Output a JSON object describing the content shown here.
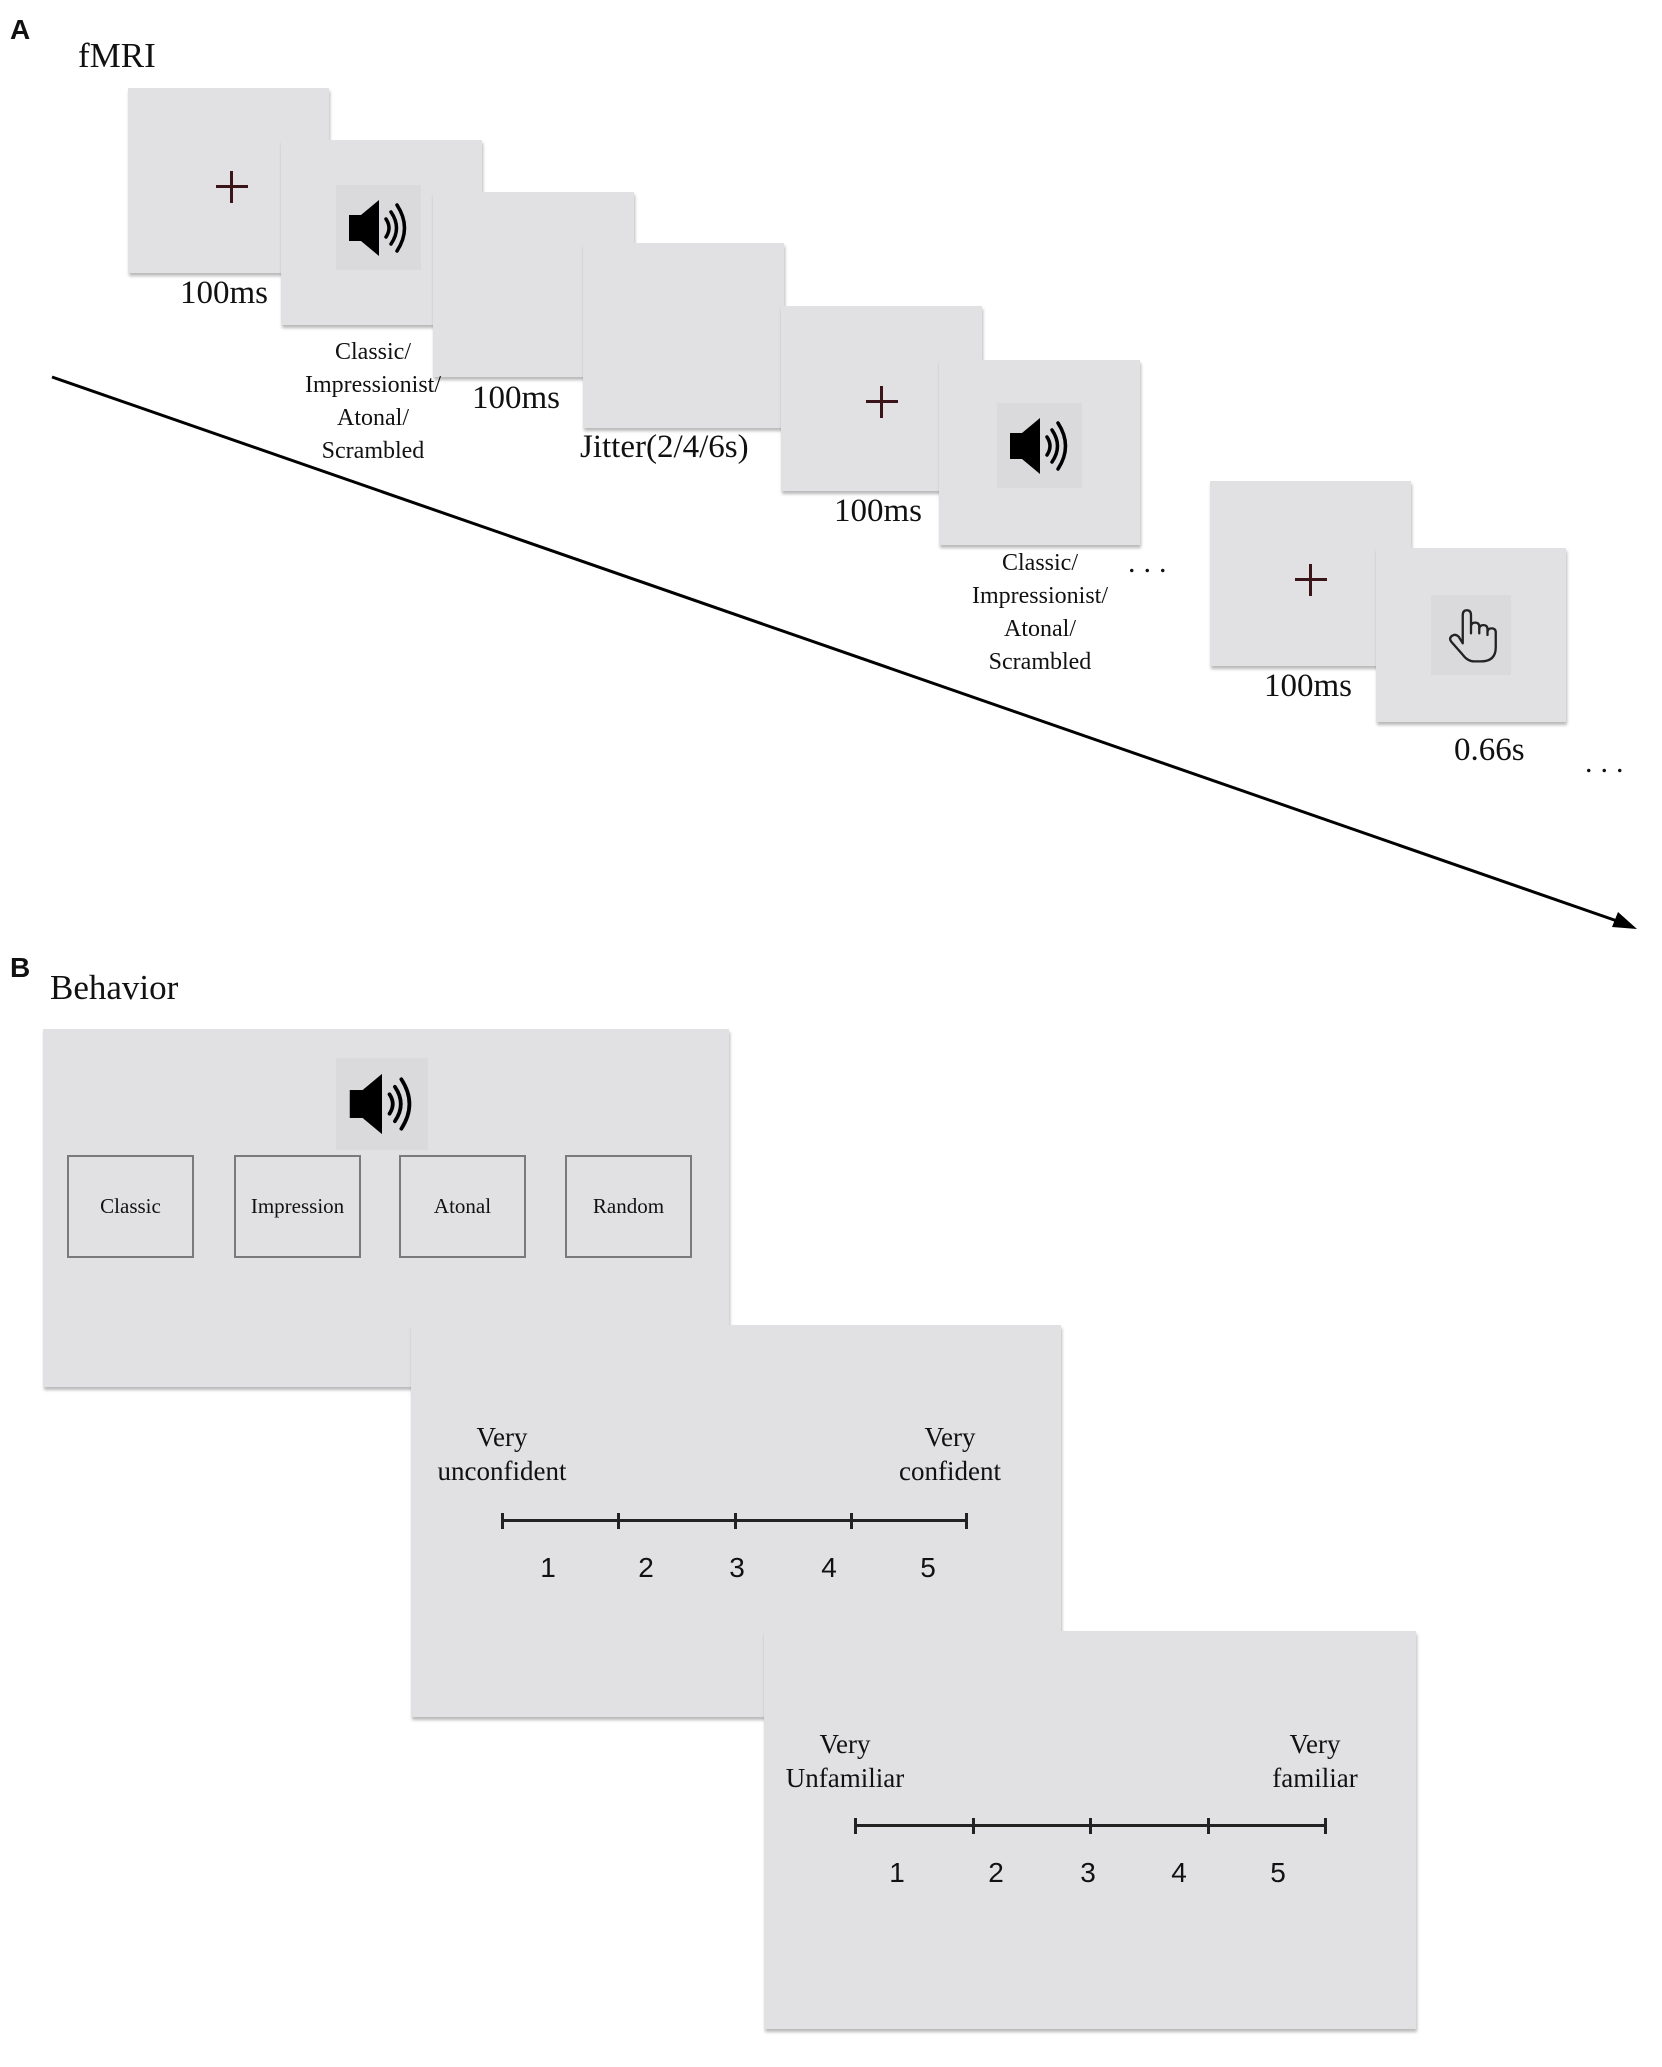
{
  "panel_a": {
    "letter": "A",
    "title": "fMRI",
    "labels": {
      "fix1": "100ms",
      "blank1": "100ms",
      "jitter": "Jitter(2/4/6s)",
      "fix2": "100ms",
      "fix3": "100ms",
      "resp": "0.66s"
    },
    "categories": [
      "Classic/",
      "Impressionist/",
      "Atonal/",
      "Scrambled"
    ],
    "ellipsis": "...",
    "icons": [
      "plus-icon",
      "speaker-icon",
      "hand-pointer-icon"
    ]
  },
  "panel_b": {
    "letter": "B",
    "title": "Behavior",
    "options": [
      "Classic",
      "Impression",
      "Atonal",
      "Random"
    ],
    "confidence": {
      "left": [
        "Very",
        "unconfident"
      ],
      "right": [
        "Very",
        "confident"
      ],
      "numbers": [
        "1",
        "2",
        "3",
        "4",
        "5"
      ]
    },
    "familiarity": {
      "left": [
        "Very",
        "Unfamiliar"
      ],
      "right": [
        "Very",
        "familiar"
      ],
      "numbers": [
        "1",
        "2",
        "3",
        "4",
        "5"
      ]
    }
  }
}
